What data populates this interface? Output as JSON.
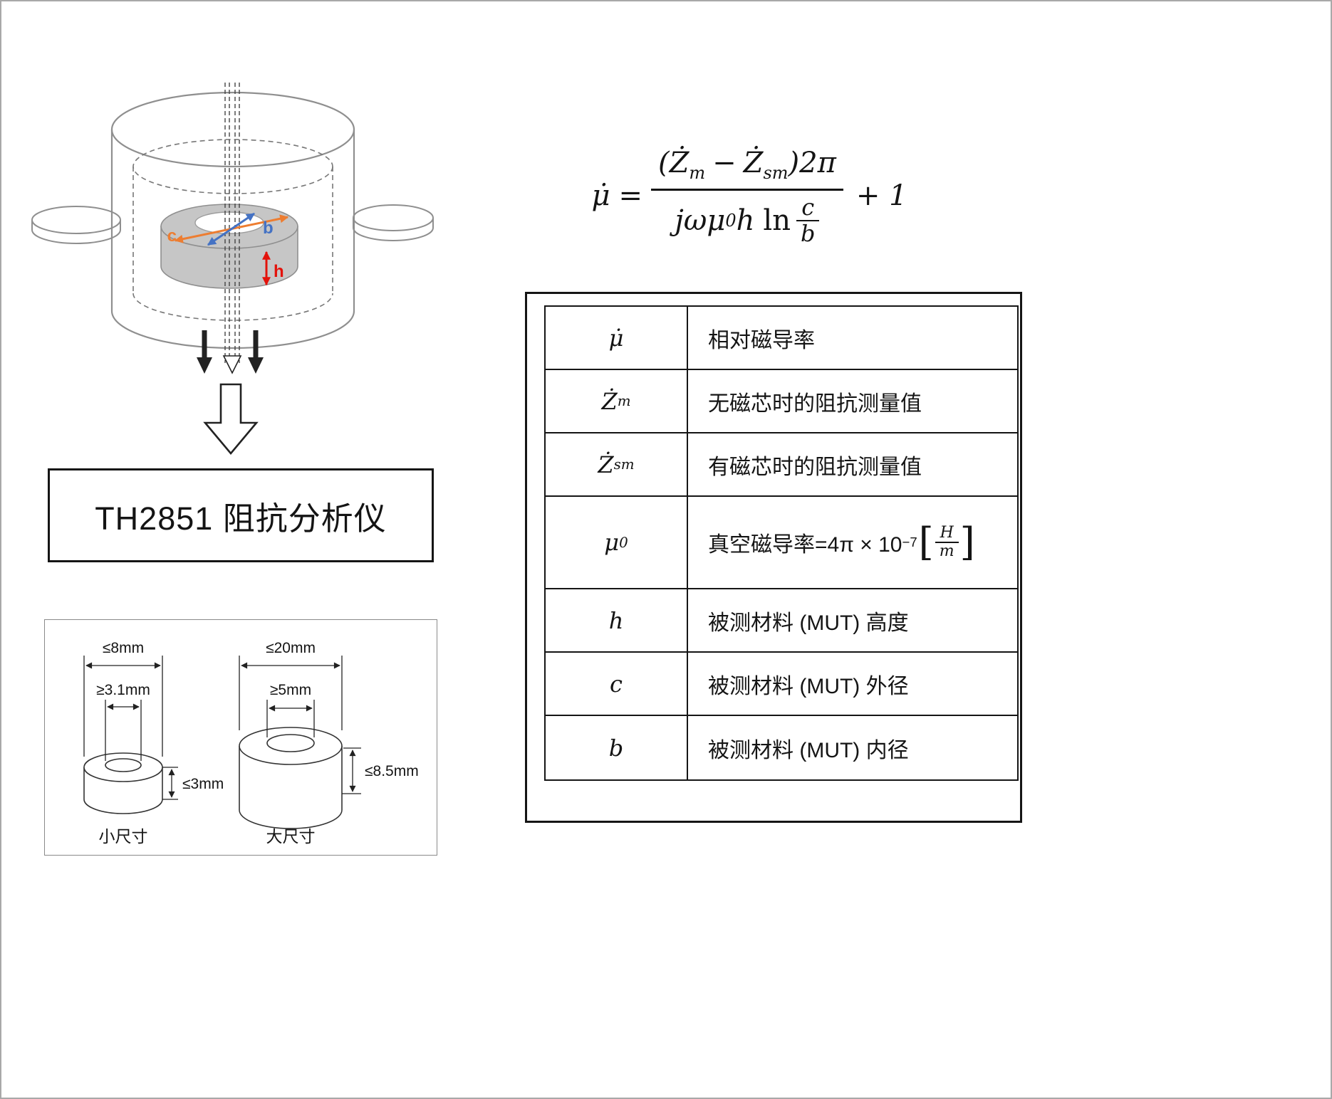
{
  "analyzer": {
    "label": "TH2851 阻抗分析仪"
  },
  "fixture": {
    "b_label": "b",
    "c_label": "c",
    "h_label": "h"
  },
  "size_diagram": {
    "small": {
      "outer": "≤8mm",
      "inner": "≥3.1mm",
      "height": "≤3mm",
      "caption": "小尺寸"
    },
    "large": {
      "outer": "≤20mm",
      "inner": "≥5mm",
      "height": "≤8.5mm",
      "caption": "大尺寸"
    }
  },
  "formula": {
    "lhs": "μ̇",
    "eq": "=",
    "num_open": "(",
    "z": "Ż",
    "z1_sub": "m",
    "minus": "−",
    "z2_sub": "sm",
    "num_close": ")2π",
    "den_jw": "jω",
    "den_mu": "μ",
    "mu_sub": "0",
    "den_h": "h",
    "ln": "ln",
    "frac_c": "c",
    "frac_b": "b",
    "plus_one": "+ 1"
  },
  "table": {
    "rows": [
      {
        "sym": "μ̇",
        "sub": "",
        "desc": "相对磁导率"
      },
      {
        "sym": "Ż",
        "sub": "m",
        "desc": "无磁芯时的阻抗测量值"
      },
      {
        "sym": "Ż",
        "sub": "sm",
        "desc": "有磁芯时的阻抗测量值"
      },
      {
        "sym": "μ",
        "sub": "0",
        "desc_pre": "真空磁导率=4π × 10",
        "desc_sup": "−7",
        "bracket_open": "[",
        "bracket_close": "]",
        "unit_top": "H",
        "unit_bot": "m"
      },
      {
        "sym": "h",
        "sub": "",
        "desc": "被测材料 (MUT) 高度"
      },
      {
        "sym": "c",
        "sub": "",
        "desc": "被测材料 (MUT) 外径"
      },
      {
        "sym": "b",
        "sub": "",
        "desc": "被测材料 (MUT) 内径"
      }
    ]
  },
  "colors": {
    "b_arrow": "#4472c4",
    "c_arrow": "#ed7d31",
    "h_arrow": "#e3120b",
    "line": "#222222",
    "fixture_line": "#8f8f8f",
    "core_fill": "#c6c6c6"
  }
}
